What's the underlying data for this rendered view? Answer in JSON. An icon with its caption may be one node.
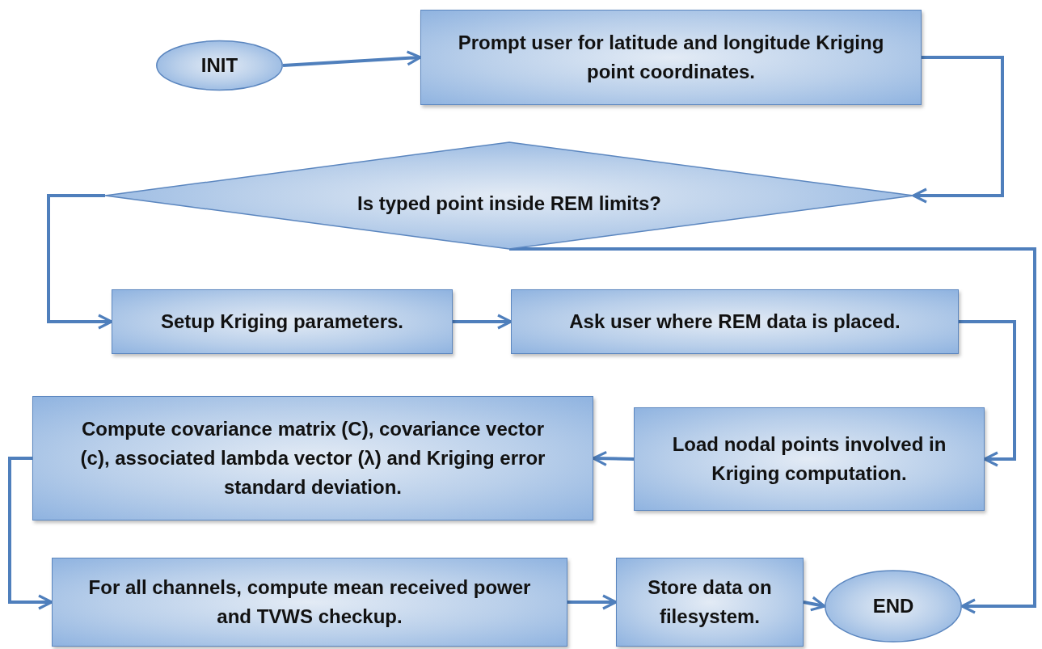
{
  "diagram": {
    "nodes": [
      {
        "text": [
          "INIT"
        ]
      },
      {
        "text": [
          "Prompt user for latitude and longitude Kriging point coordinates."
        ]
      },
      {
        "text": [
          "Is typed point inside REM limits?"
        ]
      },
      {
        "text": [
          "Setup Kriging parameters."
        ]
      },
      {
        "text": [
          "Ask user where REM data is placed."
        ]
      },
      {
        "text": [
          "Load nodal points involved in Kriging computation."
        ]
      },
      {
        "text": [
          "Compute covariance matrix (C), covariance vector (c), associated lambda vector (λ) and Kriging error standard deviation."
        ]
      },
      {
        "text": [
          "For all channels, compute mean received power and TVWS checkup."
        ]
      },
      {
        "text": [
          "Store data on filesystem."
        ]
      },
      {
        "text": [
          "END"
        ]
      }
    ],
    "edges": [
      {
        "from": 0,
        "to": 1,
        "arrow": "to"
      },
      {
        "from": 1,
        "to": 2,
        "arrow": "to"
      },
      {
        "from": 2,
        "to": 3,
        "arrow": "to"
      },
      {
        "from": 2,
        "to": 9,
        "arrow": "to"
      },
      {
        "from": 3,
        "to": 4,
        "arrow": "to"
      },
      {
        "from": 4,
        "to": 5,
        "arrow": "to"
      },
      {
        "from": 5,
        "to": 6,
        "arrow": "to"
      },
      {
        "from": 6,
        "to": 7,
        "arrow": "to"
      },
      {
        "from": 7,
        "to": 8,
        "arrow": "to"
      },
      {
        "from": 8,
        "to": 9,
        "arrow": "to"
      }
    ]
  }
}
